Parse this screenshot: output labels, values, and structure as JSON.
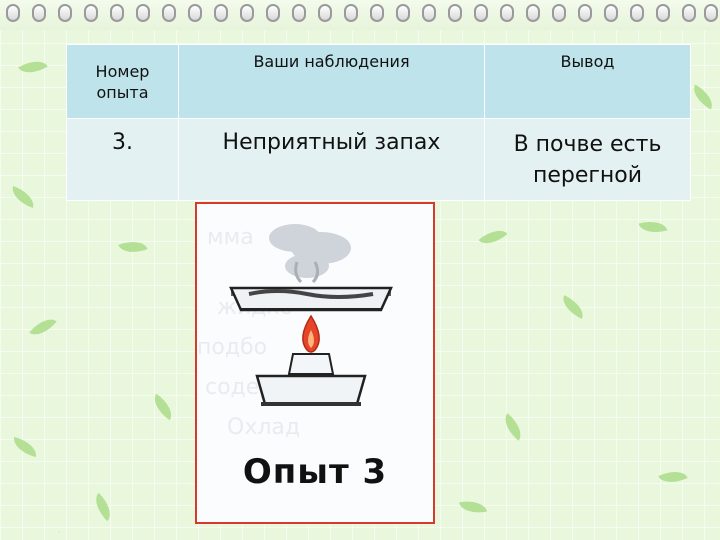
{
  "table": {
    "headers": [
      "Номер опыта",
      "Ваши наблюдения",
      "Вывод"
    ],
    "rows": [
      [
        "3.",
        "Неприятный запах",
        "В почве есть перегной"
      ]
    ]
  },
  "figure": {
    "caption": "Опыт 3",
    "border_color": "#d63a2c",
    "flame_color": "#e8442a"
  },
  "colors": {
    "header_bg": "#bfe3ea",
    "row_bg": "#e3f1f2",
    "page_bg": "#e9f7dd"
  }
}
